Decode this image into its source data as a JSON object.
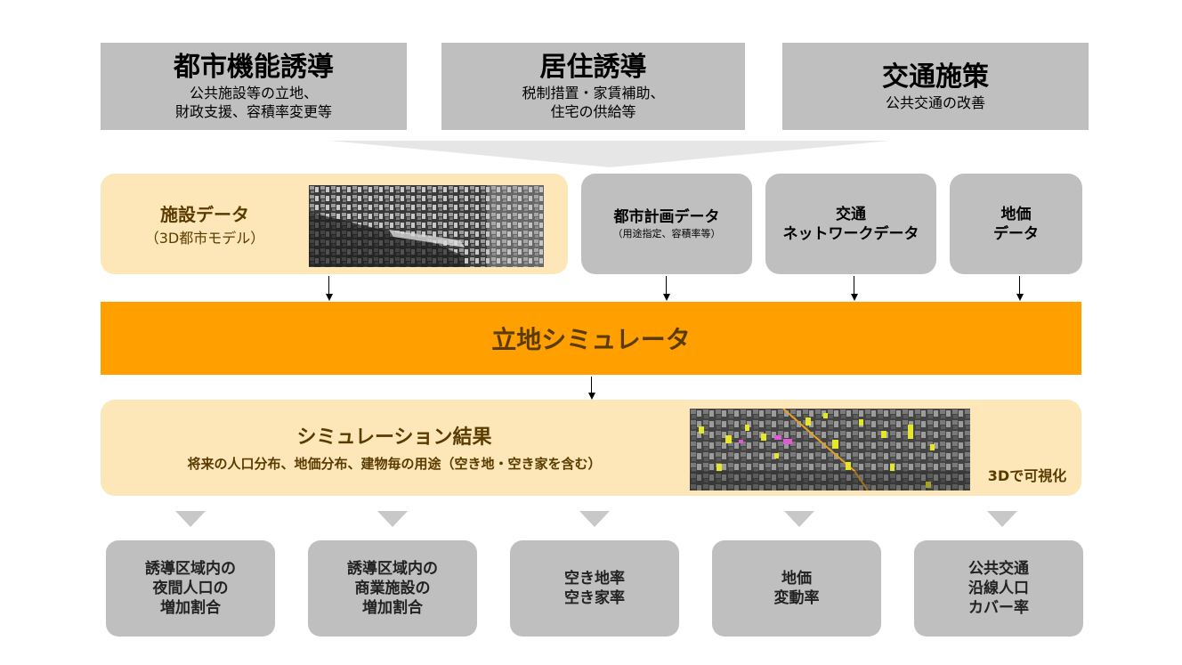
{
  "policies": [
    {
      "title": "都市機能誘導",
      "sub": "公共施設等の立地、\n財政支援、容積率変更等"
    },
    {
      "title": "居住誘導",
      "sub": "税制措置・家賃補助、\n住宅の供給等"
    },
    {
      "title": "交通施策",
      "sub": "公共交通の改善"
    }
  ],
  "facility": {
    "title": "施設データ",
    "sub": "（3D都市モデル）"
  },
  "data_boxes": [
    {
      "title": "都市計画データ",
      "sub": "（用途指定、容積率等）"
    },
    {
      "title": "交通\nネットワークデータ",
      "sub": ""
    },
    {
      "title": "地価\nデータ",
      "sub": ""
    }
  ],
  "simulator": {
    "label": "立地シミュレータ"
  },
  "result": {
    "title": "シミュレーション結果",
    "sub": "将来の人口分布、地価分布、建物毎の用途（空き地・空き家を含む）",
    "viz_label": "3Dで可視化"
  },
  "outputs": [
    {
      "label": "誘導区域内の\n夜間人口の\n増加割合"
    },
    {
      "label": "誘導区域内の\n商業施設の\n増加割合"
    },
    {
      "label": "空き地率\n空き家率"
    },
    {
      "label": "地価\n変動率"
    },
    {
      "label": "公共交通\n沿線人口\nカバー率"
    }
  ],
  "colors": {
    "accent": "#ffa000",
    "pale": "#fde7b8",
    "gray": "#bfbfbf",
    "highlight_yellow": "#e6e62a",
    "highlight_pink": "#e05ad8"
  }
}
